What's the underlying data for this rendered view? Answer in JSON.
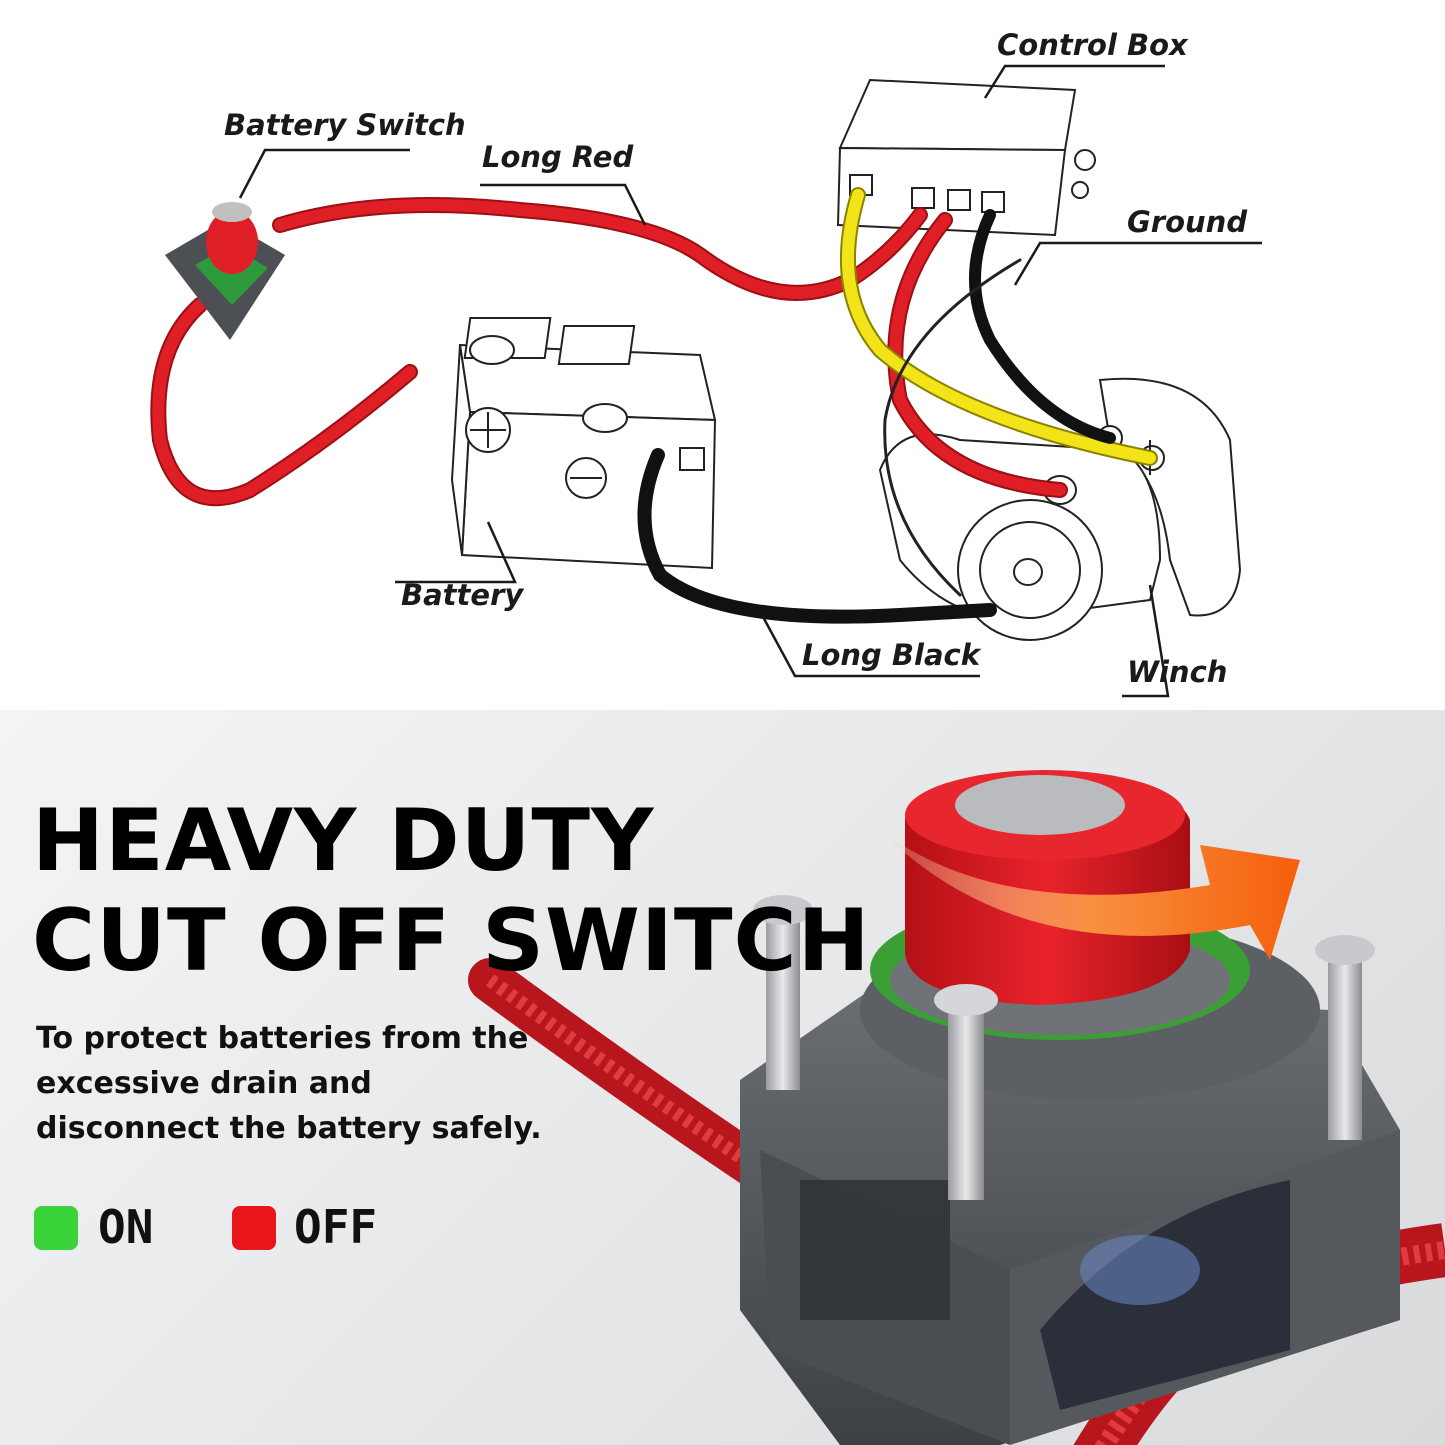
{
  "diagram": {
    "labels": {
      "control_box": "Control Box",
      "battery_switch": "Battery Switch",
      "long_red": "Long Red",
      "ground": "Ground",
      "battery": "Battery",
      "long_black": "Long Black",
      "winch": "Winch"
    }
  },
  "promo": {
    "headline_line1": "HEAVY DUTY",
    "headline_line2": "CUT OFF SWITCH",
    "description": "To protect batteries from the excessive drain and disconnect the battery safely.",
    "legend": [
      {
        "label": "ON",
        "color": "#3ad43a"
      },
      {
        "label": "OFF",
        "color": "#e8151b"
      }
    ]
  },
  "colors": {
    "red_wire": "#e01e25",
    "yellow_wire": "#f2e418",
    "black_wire": "#111111",
    "arrow": "#f56a10",
    "switch_knob": "#e01e25",
    "switch_base": "#55585c"
  }
}
